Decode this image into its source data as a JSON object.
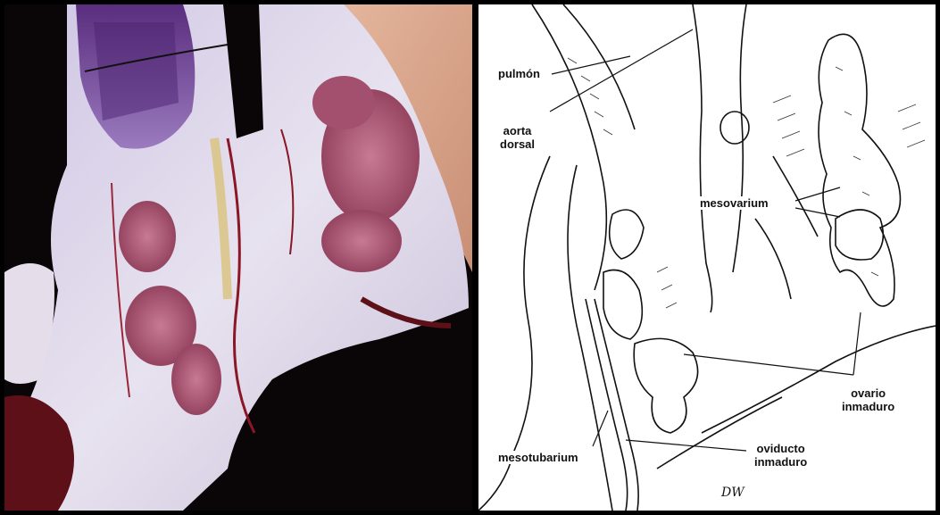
{
  "figure": {
    "photo": {
      "description_icon": "dissection-photo",
      "colors": {
        "background": "#0a0506",
        "membrane": "#d8d2e6",
        "lung": "#6d3f8a",
        "tissue": "#b05a7a",
        "blood": "#7a1020"
      }
    },
    "drawing": {
      "labels": {
        "pulmon": "pulmón",
        "aorta_dorsal_line1": "aorta",
        "aorta_dorsal_line2": "dorsal",
        "mesovarium": "mesovarium",
        "ovario_line1": "ovario",
        "ovario_line2": "inmaduro",
        "mesotubarium": "mesotubarium",
        "oviducto_line1": "oviducto",
        "oviducto_line2": "inmaduro"
      },
      "signature": "DW"
    }
  }
}
